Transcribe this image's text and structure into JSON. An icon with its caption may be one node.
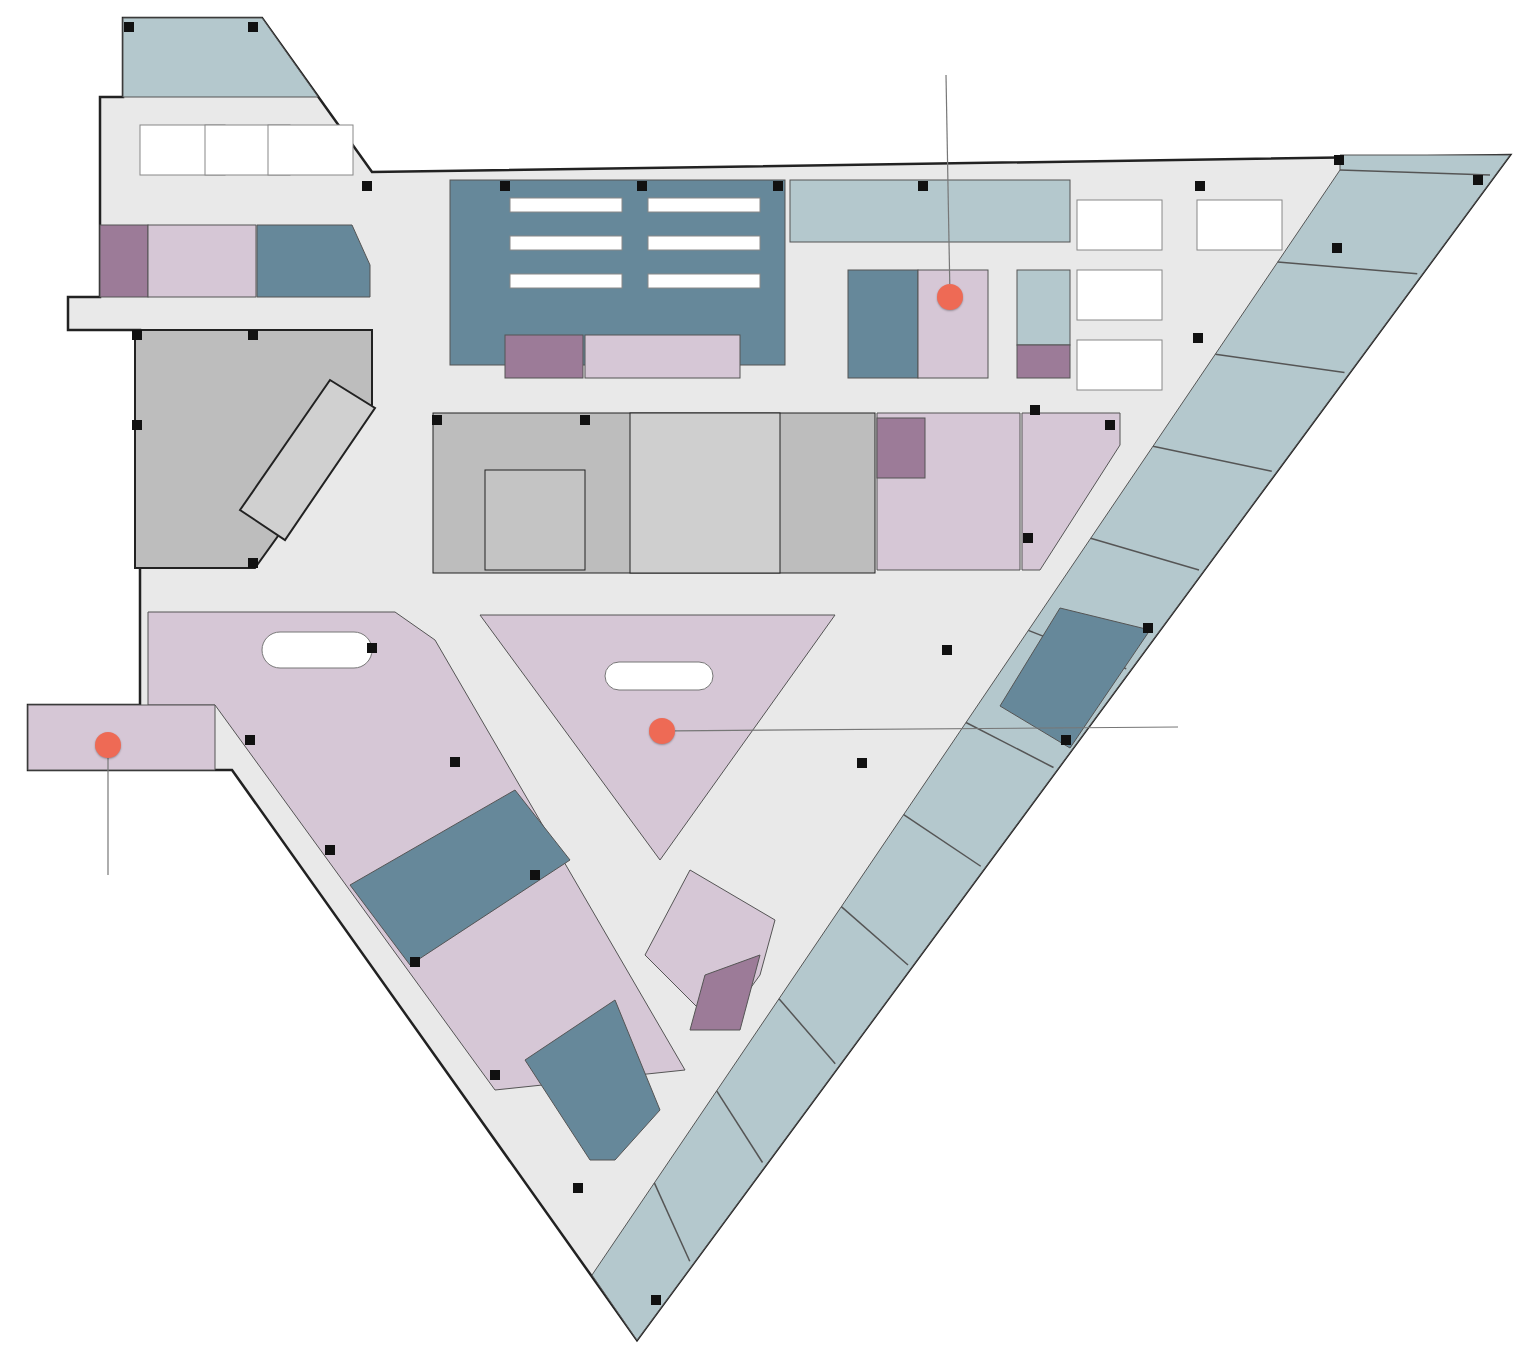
{
  "diagram": {
    "nodes": [
      {
        "text": [],
        "shape": "circle"
      },
      {
        "text": [],
        "shape": "circle"
      },
      {
        "text": [],
        "shape": "circle"
      }
    ],
    "edges": [
      {
        "from": 0,
        "to": null,
        "arrow": "none"
      },
      {
        "from": 1,
        "to": null,
        "arrow": "none"
      },
      {
        "from": 2,
        "to": null,
        "arrow": "none"
      }
    ]
  }
}
